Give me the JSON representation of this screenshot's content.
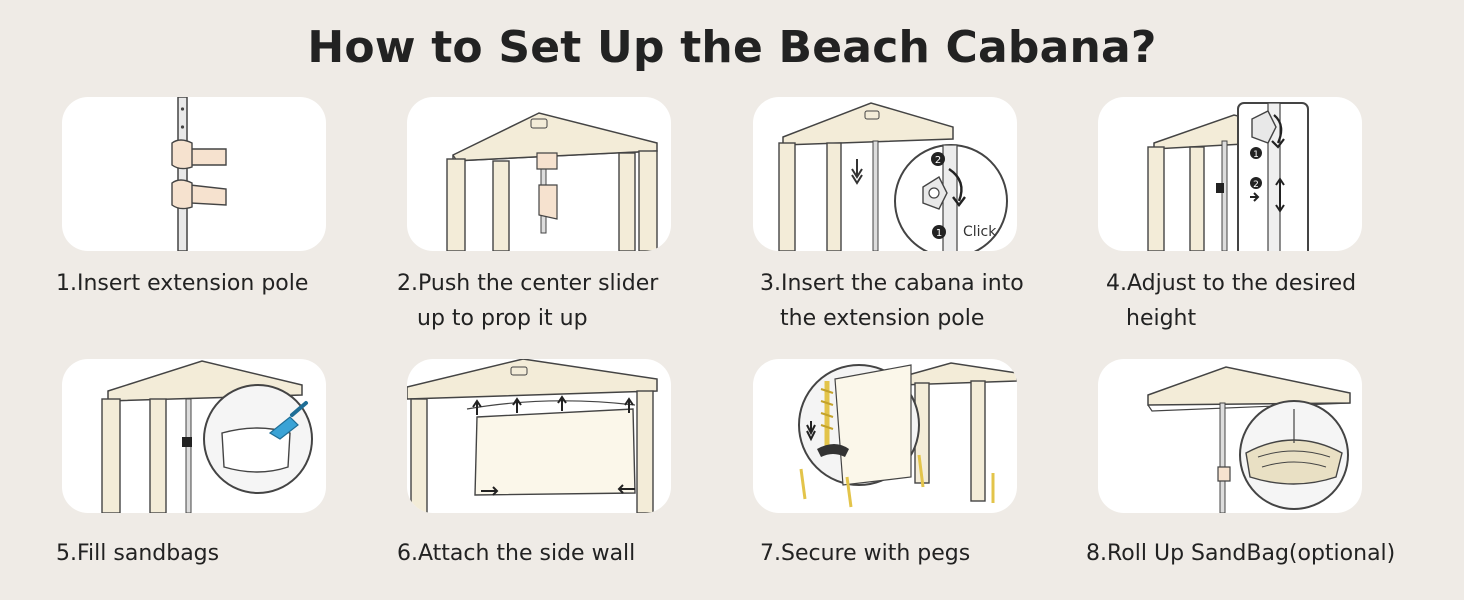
{
  "page": {
    "title": "How to Set Up the Beach Cabana?"
  },
  "steps": [
    {
      "line1": "1.Insert extension pole",
      "line2": ""
    },
    {
      "line1": "2.Push the center slider",
      "line2": "up to prop it up"
    },
    {
      "line1": "3.Insert the cabana into",
      "line2": "the extension pole"
    },
    {
      "line1": "4.Adjust to the desired",
      "line2": "height"
    },
    {
      "line1": "5.Fill sandbags",
      "line2": ""
    },
    {
      "line1": "6.Attach the side wall",
      "line2": ""
    },
    {
      "line1": "7.Secure with pegs",
      "line2": ""
    },
    {
      "line1": "8.Roll Up SandBag(optional)",
      "line2": ""
    }
  ],
  "callouts": {
    "click_label": "Click",
    "marker_1": "1",
    "marker_2": "2"
  },
  "colors": {
    "background": "#efebe6",
    "card": "#ffffff",
    "canopy": "#f3ecd8",
    "outline": "#3a3a3a",
    "scoop": "#3aa3d6",
    "peg": "#e3c44a"
  },
  "icons": [
    "hands-pole-icon",
    "canopy-icon",
    "magnifier-callout-icon",
    "arrow-icon",
    "scoop-icon",
    "peg-icon",
    "sandbag-icon"
  ]
}
